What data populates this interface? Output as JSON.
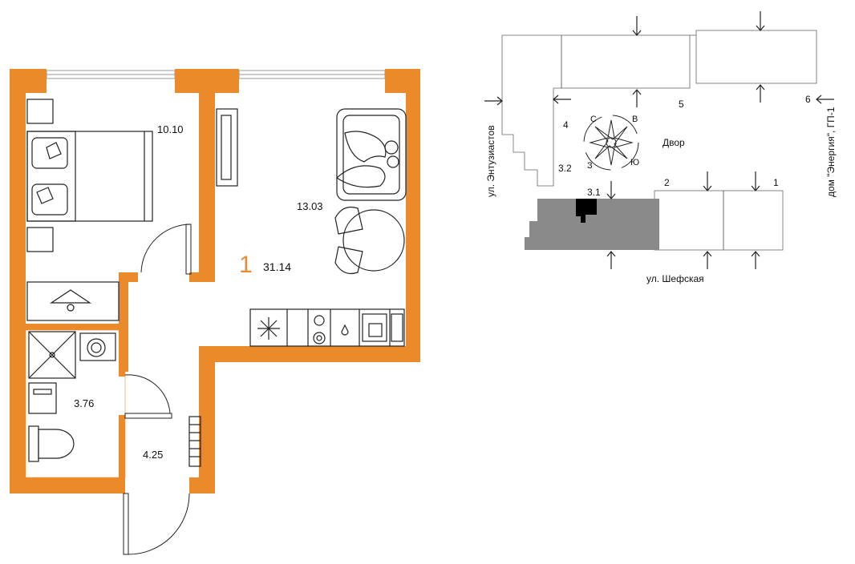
{
  "colors": {
    "wall": "#ea8a2b",
    "accent": "#ea8a2b",
    "line": "#222222",
    "highlight": "#8a8a8a",
    "unit": "#000000"
  },
  "plan": {
    "rooms_count": "1",
    "total_area": "31.14",
    "rooms": [
      {
        "id": "bedroom",
        "area": "10.10"
      },
      {
        "id": "living",
        "area": "13.03"
      },
      {
        "id": "bathroom",
        "area": "3.76"
      },
      {
        "id": "hall",
        "area": "4.25"
      }
    ]
  },
  "site": {
    "streets": {
      "left": "ул. Энтузиастов",
      "bottom": "ул. Шефская",
      "right": "дом \"Энергия\", ГП-1"
    },
    "courtyard": "Двор",
    "buildings": [
      "1",
      "2",
      "3.1",
      "3.2",
      "4",
      "5",
      "6"
    ],
    "compass": {
      "n": "С",
      "e": "В",
      "s": "Ю",
      "w": "З"
    }
  }
}
